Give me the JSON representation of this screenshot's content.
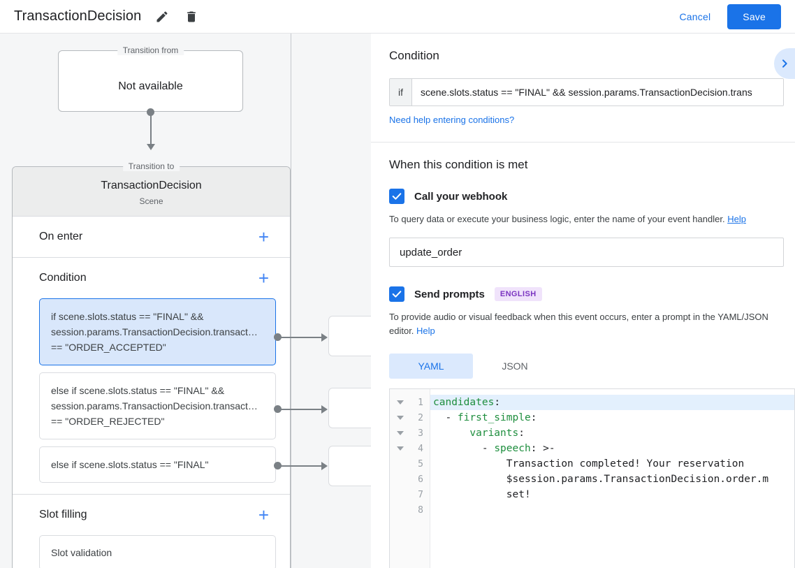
{
  "topbar": {
    "title": "TransactionDecision",
    "edit_icon": "pencil-icon",
    "delete_icon": "trash-icon",
    "cancel_label": "Cancel",
    "save_label": "Save",
    "accent_color": "#1a73e8"
  },
  "canvas": {
    "transition_from": {
      "legend": "Transition from",
      "value": "Not available"
    },
    "transition_to": {
      "legend": "Transition to",
      "name": "TransactionDecision",
      "subtitle": "Scene"
    },
    "sections": [
      {
        "title": "On enter",
        "add_label": "+"
      },
      {
        "title": "Condition",
        "add_label": "+"
      },
      {
        "title": "Slot filling",
        "add_label": "+"
      }
    ],
    "conditions": [
      {
        "text": "if scene.slots.status == \"FINAL\" && session.params.TransactionDecision.transact… == \"ORDER_ACCEPTED\"",
        "selected": true
      },
      {
        "text": "else if scene.slots.status == \"FINAL\" && session.params.TransactionDecision.transact… == \"ORDER_REJECTED\"",
        "selected": false
      },
      {
        "text": "else if scene.slots.status == \"FINAL\"",
        "selected": false
      }
    ],
    "slot_filling": [
      {
        "text": "Slot validation"
      }
    ]
  },
  "panel": {
    "condition_section": {
      "heading": "Condition",
      "if_label": "if",
      "condition_value": "scene.slots.status == \"FINAL\" && session.params.TransactionDecision.trans",
      "help_link": "Need help entering conditions?",
      "expand_icon": "chevron-right-icon"
    },
    "when_met": {
      "heading": "When this condition is met",
      "webhook": {
        "checkbox_checked": true,
        "label": "Call your webhook",
        "description": "To query data or execute your business logic, enter the name of your event handler.",
        "help_label": "Help",
        "value": "update_order",
        "placeholder": ""
      },
      "prompts": {
        "checkbox_checked": true,
        "label": "Send prompts",
        "badge": "ENGLISH",
        "description": "To provide audio or visual feedback when this event occurs, enter a prompt in the YAML/JSON editor.",
        "help_label": "Help",
        "tabs": [
          {
            "label": "YAML",
            "active": true
          },
          {
            "label": "JSON",
            "active": false
          }
        ],
        "editor": {
          "lines": [
            {
              "n": "1",
              "fold": true,
              "active": true,
              "segments": [
                {
                  "t": "candidates",
                  "c": "k"
                },
                {
                  "t": ":",
                  "c": "p"
                }
              ]
            },
            {
              "n": "2",
              "fold": true,
              "active": false,
              "segments": [
                {
                  "t": "  - ",
                  "c": "p"
                },
                {
                  "t": "first_simple",
                  "c": "k"
                },
                {
                  "t": ":",
                  "c": "p"
                }
              ]
            },
            {
              "n": "3",
              "fold": true,
              "active": false,
              "segments": [
                {
                  "t": "      ",
                  "c": "p"
                },
                {
                  "t": "variants",
                  "c": "k"
                },
                {
                  "t": ":",
                  "c": "p"
                }
              ]
            },
            {
              "n": "4",
              "fold": true,
              "active": false,
              "segments": [
                {
                  "t": "        - ",
                  "c": "p"
                },
                {
                  "t": "speech",
                  "c": "k"
                },
                {
                  "t": ": >-",
                  "c": "p"
                }
              ]
            },
            {
              "n": "5",
              "fold": false,
              "active": false,
              "segments": [
                {
                  "t": "            Transaction completed! Your reservation",
                  "c": "p"
                }
              ]
            },
            {
              "n": "6",
              "fold": false,
              "active": false,
              "segments": [
                {
                  "t": "            $session.params.TransactionDecision.order.m",
                  "c": "p"
                }
              ]
            },
            {
              "n": "7",
              "fold": false,
              "active": false,
              "segments": [
                {
                  "t": "            set!",
                  "c": "p"
                }
              ]
            },
            {
              "n": "8",
              "fold": false,
              "active": false,
              "segments": [
                {
                  "t": "",
                  "c": "p"
                }
              ]
            }
          ]
        }
      }
    }
  }
}
